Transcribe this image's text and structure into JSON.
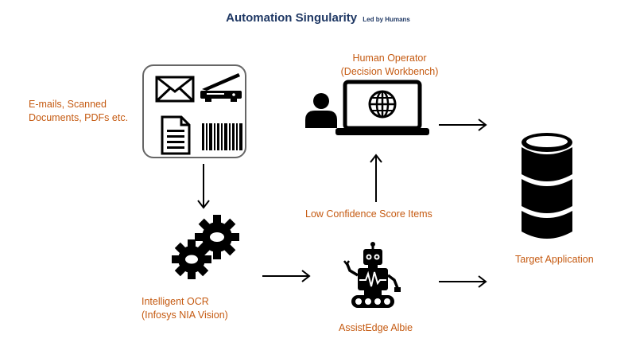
{
  "header": {
    "title": "Automation Singularity",
    "subtitle": "Led by Humans"
  },
  "sources": {
    "lines": [
      "E-mails, Scanned",
      "Documents, PDFs etc."
    ],
    "icons": [
      "envelope-icon",
      "scanner-icon",
      "document-icon",
      "barcode-icon"
    ]
  },
  "ocr": {
    "lines": [
      "Intelligent OCR",
      "(Infosys NIA Vision)"
    ],
    "icon": "gears-icon"
  },
  "bot": {
    "label": "AssistEdge Albie",
    "icon": "robot-icon"
  },
  "human": {
    "lines": [
      "Human Operator",
      "(Decision Workbench)"
    ],
    "icons": [
      "person-icon",
      "laptop-globe-icon"
    ]
  },
  "low_confidence": {
    "label": "Low Confidence Score Items"
  },
  "target": {
    "label": "Target Application",
    "icon": "database-icon"
  },
  "colors": {
    "title": "#1f3864",
    "label": "#c55a11",
    "icon": "#000000",
    "box_border": "#666666"
  }
}
